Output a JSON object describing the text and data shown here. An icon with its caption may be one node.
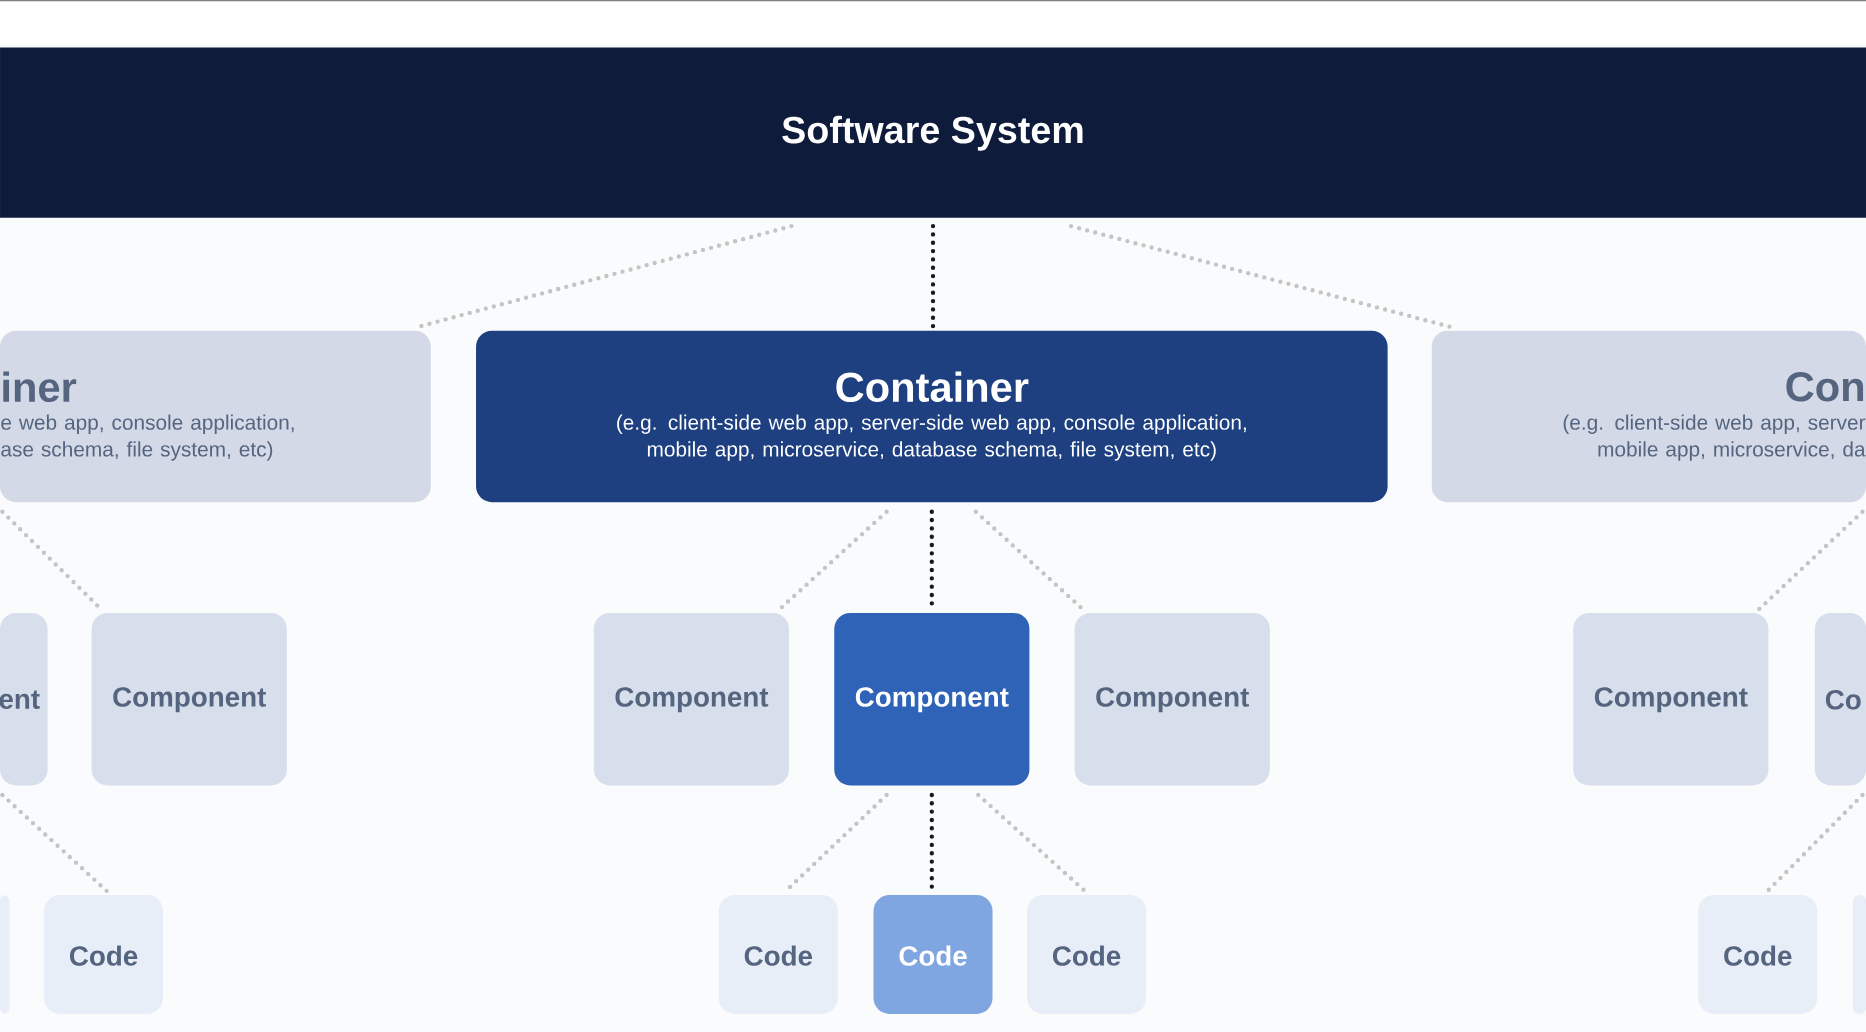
{
  "diagram": {
    "nodes": [
      {
        "text": [
          "Software System"
        ]
      },
      {
        "text": [
          "iner",
          "e web app, console application, ase schema, file system, etc)"
        ]
      },
      {
        "text": [
          "Container",
          "(e.g. client-side web app, server-side web app, console application, mobile app, microservice, database schema, file system, etc)"
        ]
      },
      {
        "text": [
          "Con",
          "(e.g. client-side web app, server mobile app, microservice, da"
        ]
      },
      {
        "text": [
          "ent"
        ]
      },
      {
        "text": [
          "Component"
        ]
      },
      {
        "text": [
          "Component"
        ]
      },
      {
        "text": [
          "Component"
        ]
      },
      {
        "text": [
          "Component"
        ]
      },
      {
        "text": [
          "Component"
        ]
      },
      {
        "text": [
          "Co"
        ]
      },
      {
        "text": [],
        "shape": "box"
      },
      {
        "text": [
          "Code"
        ]
      },
      {
        "text": [
          "Code"
        ]
      },
      {
        "text": [
          "Code"
        ]
      },
      {
        "text": [
          "Code"
        ]
      },
      {
        "text": [
          "Code"
        ]
      },
      {
        "text": [],
        "shape": "box"
      }
    ],
    "edges": [
      {
        "from": 0,
        "to": 1,
        "arrow": "none"
      },
      {
        "from": 0,
        "to": 2,
        "arrow": "none",
        "color": "#1a1a1a"
      },
      {
        "from": 0,
        "to": 3,
        "arrow": "none"
      },
      {
        "from": 1,
        "to": 5,
        "arrow": "none"
      },
      {
        "from": 2,
        "to": 6,
        "arrow": "none"
      },
      {
        "from": 2,
        "to": 7,
        "arrow": "none",
        "color": "#1a1a1a"
      },
      {
        "from": 2,
        "to": 8,
        "arrow": "none"
      },
      {
        "from": 3,
        "to": 9,
        "arrow": "none"
      },
      {
        "from": 4,
        "to": 12,
        "arrow": "none"
      },
      {
        "from": 7,
        "to": 13,
        "arrow": "none"
      },
      {
        "from": 7,
        "to": 14,
        "arrow": "none",
        "color": "#1a1a1a"
      },
      {
        "from": 7,
        "to": 15,
        "arrow": "none"
      },
      {
        "from": 10,
        "to": 16,
        "arrow": "none"
      }
    ]
  }
}
